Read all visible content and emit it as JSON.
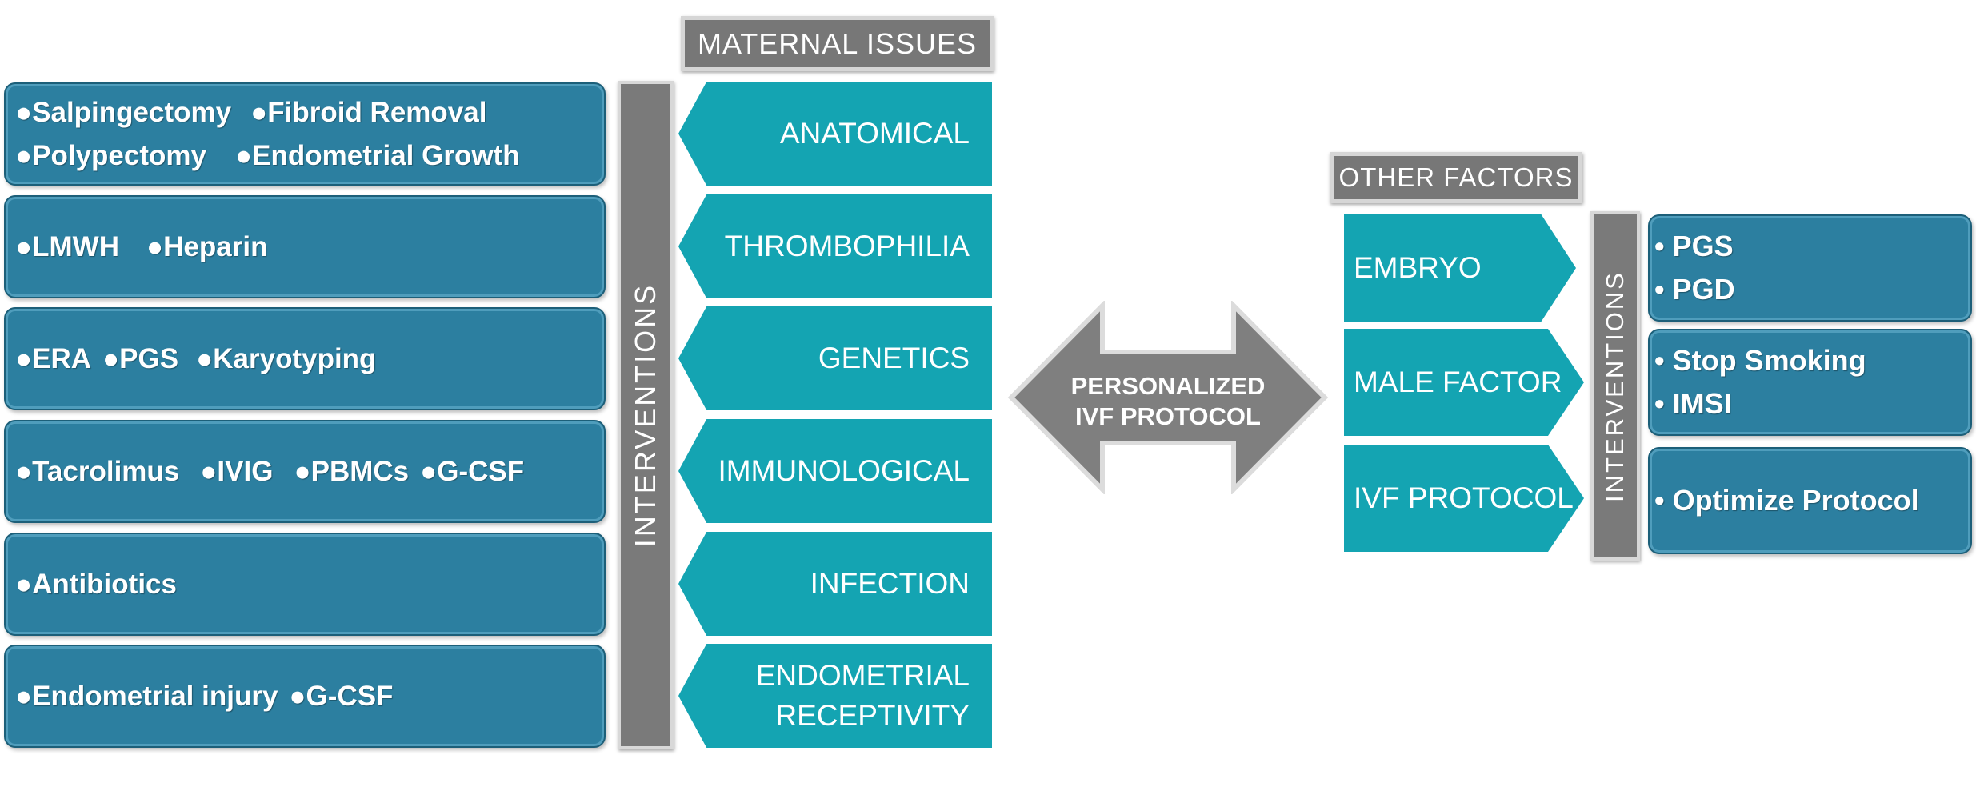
{
  "maternal_header": "MATERNAL ISSUES",
  "other_header": "OTHER FACTORS",
  "interventions_label": "INTERVENTIONS",
  "center_label": [
    "PERSONALIZED",
    "IVF PROTOCOL"
  ],
  "maternal_issues": [
    [
      "ANATOMICAL"
    ],
    [
      "THROMBOPHILIA"
    ],
    [
      "GENETICS"
    ],
    [
      "IMMUNOLOGICAL"
    ],
    [
      "INFECTION"
    ],
    [
      "ENDOMETRIAL",
      "RECEPTIVITY"
    ]
  ],
  "maternal_interventions": [
    [
      [
        "●Salpingectomy",
        "●Fibroid Removal"
      ],
      [
        "●Polypectomy",
        "●Endometrial Growth"
      ]
    ],
    [
      [
        "●LMWH",
        "●Heparin"
      ]
    ],
    [
      [
        "●ERA",
        "●PGS",
        "●Karyotyping"
      ]
    ],
    [
      [
        "●Tacrolimus",
        "●IVIG",
        "●PBMCs",
        "●G-CSF"
      ]
    ],
    [
      [
        "●Antibiotics"
      ]
    ],
    [
      [
        "●Endometrial injury",
        "●G-CSF"
      ]
    ]
  ],
  "other_factors": [
    "EMBRYO",
    "MALE FACTOR",
    "IVF PROTOCOL"
  ],
  "other_interventions": [
    [
      "• PGS",
      "• PGD"
    ],
    [
      "• Stop Smoking",
      "• IMSI"
    ],
    [
      "• Optimize Protocol"
    ]
  ],
  "colors": {
    "box_blue": "#2c7fa0",
    "teal": "#14a4b2",
    "grey": "#777777",
    "arrow_grey": "#7f7f7f"
  }
}
